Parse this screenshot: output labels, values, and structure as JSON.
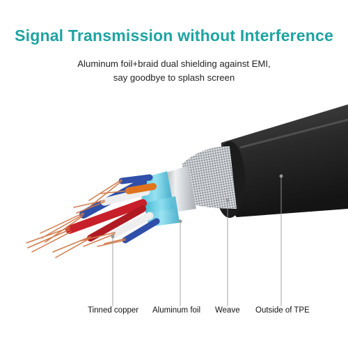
{
  "heading": {
    "title": "Signal Transmission without Interference",
    "line1": "Aluminum foil+braid dual shielding against EMI,",
    "line2": "say goodbye to splash screen"
  },
  "labels": {
    "tinned_copper": "Tinned copper",
    "aluminum_foil": "Aluminum foil",
    "weave": "Weave",
    "outside_tpe": "Outside of TPE"
  },
  "colors": {
    "title": "#1fa3a3",
    "jacket": "#2a2a2a",
    "foil": "#c8ccd0",
    "foil_blue": "#5cc8e0",
    "copper": "#d07a4a",
    "wire_blue": "#2f4fa8",
    "wire_red": "#c8202a",
    "wire_white": "#eeeeee",
    "wire_orange": "#e0731e",
    "callout_line": "#999999"
  }
}
